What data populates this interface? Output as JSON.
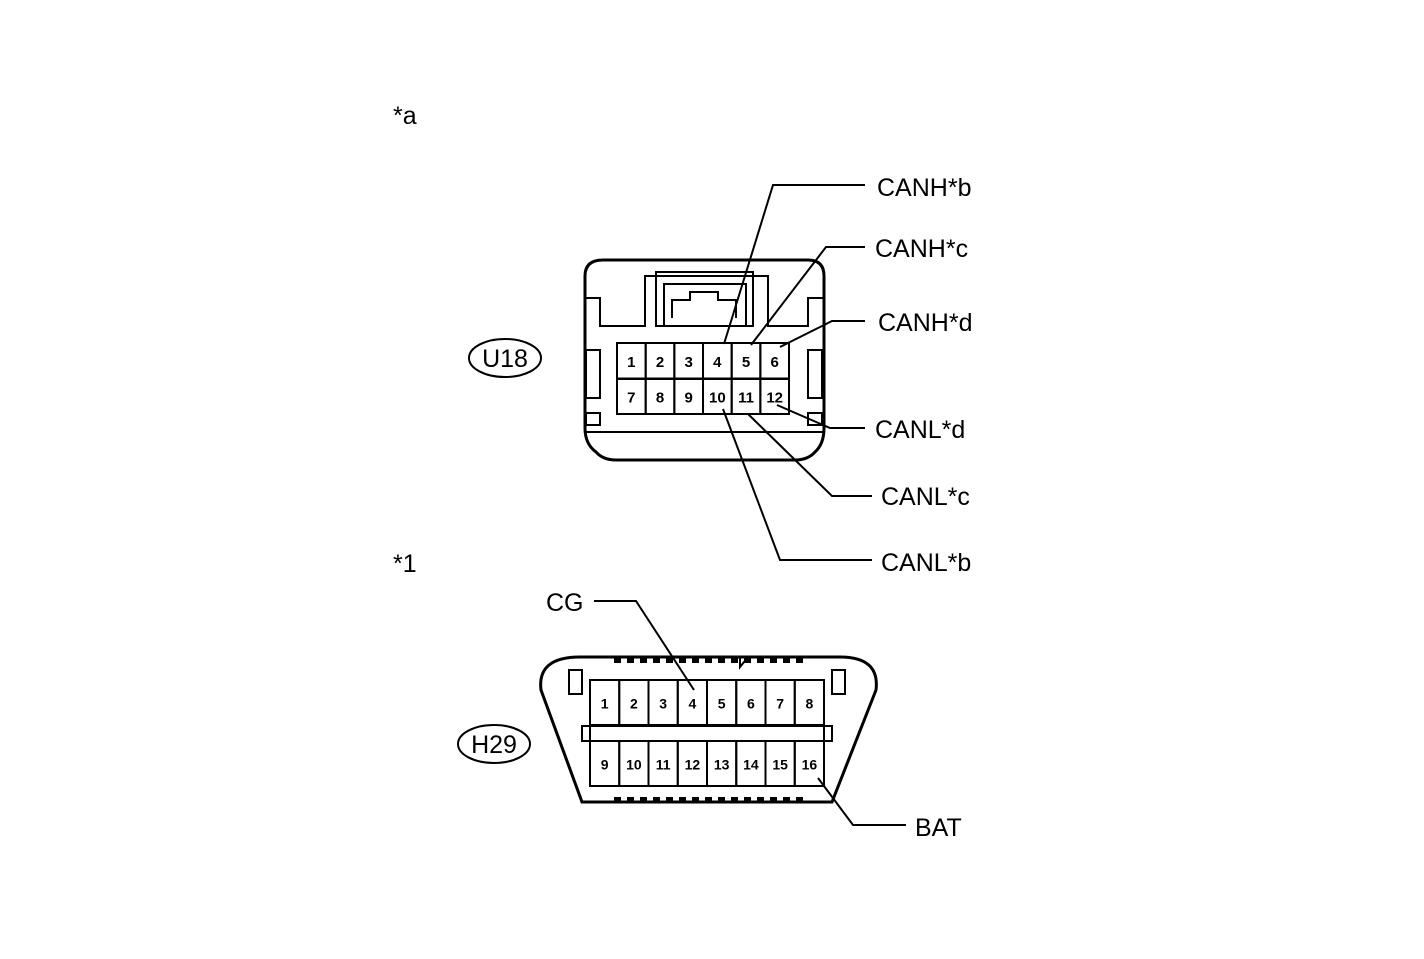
{
  "markers": {
    "a": "*a",
    "one": "*1"
  },
  "u18": {
    "tag": "U18",
    "pins_top": [
      "1",
      "2",
      "3",
      "4",
      "5",
      "6"
    ],
    "pins_bottom": [
      "7",
      "8",
      "9",
      "10",
      "11",
      "12"
    ],
    "labels": {
      "canh_b": "CANH*b",
      "canh_c": "CANH*c",
      "canh_d": "CANH*d",
      "canl_d": "CANL*d",
      "canl_c": "CANL*c",
      "canl_b": "CANL*b"
    }
  },
  "h29": {
    "tag": "H29",
    "pins_top": [
      "1",
      "2",
      "3",
      "4",
      "5",
      "6",
      "7",
      "8"
    ],
    "pins_bottom": [
      "9",
      "10",
      "11",
      "12",
      "13",
      "14",
      "15",
      "16"
    ],
    "labels": {
      "cg": "CG",
      "bat": "BAT"
    }
  }
}
